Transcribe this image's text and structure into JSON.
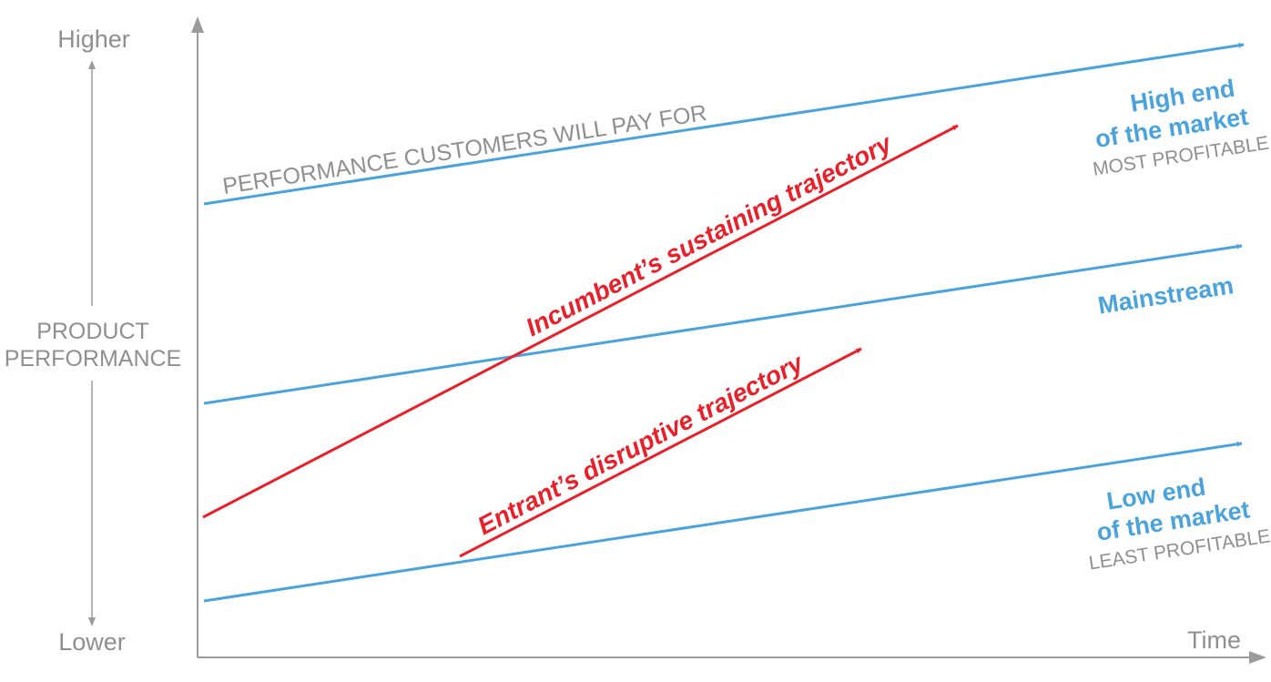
{
  "colors": {
    "axis": "#9b9b9b",
    "text_gray": "#8f8f8f",
    "blue": "#4ba3dc",
    "red": "#e8202a"
  },
  "y_axis": {
    "top": "Higher",
    "bottom": "Lower",
    "label_line1": "PRODUCT",
    "label_line2": "PERFORMANCE"
  },
  "x_axis": {
    "label": "Time"
  },
  "customer_line_label": "PERFORMANCE CUSTOMERS WILL PAY FOR",
  "markets": {
    "high": {
      "line1": "High end",
      "line2": "of the market",
      "note": "MOST PROFITABLE"
    },
    "mainstream": {
      "label": "Mainstream"
    },
    "low": {
      "line1": "Low end",
      "line2": "of the market",
      "note": "LEAST PROFITABLE"
    }
  },
  "trajectories": {
    "incumbent": "Incumbent’s sustaining trajectory",
    "entrant": "Entrant’s disruptive trajectory"
  }
}
